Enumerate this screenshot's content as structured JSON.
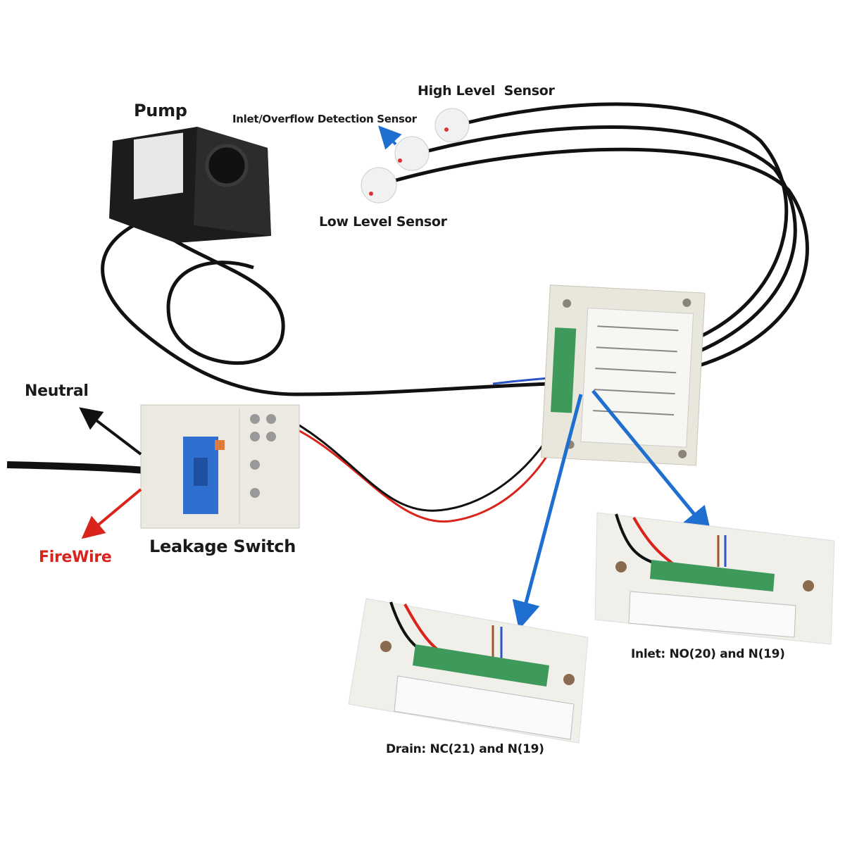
{
  "labels": {
    "pump": "Pump",
    "high_level_sensor": "High Level  Sensor",
    "inlet_overflow_sensor": "Inlet/Overflow Detection Sensor",
    "low_level_sensor": "Low Level Sensor",
    "neutral": "Neutral",
    "firewire": "FireWire",
    "leakage_switch": "Leakage Switch",
    "inlet_wiring": "Inlet: NO(20) and N(19)",
    "drain_wiring": "Drain: NC(21) and N(19)"
  },
  "colors": {
    "arrow_blue": "#1f6fd1",
    "firewire_red": "#d9241c",
    "terminal_green": "#3e9a5a",
    "cable_black": "#111111"
  }
}
